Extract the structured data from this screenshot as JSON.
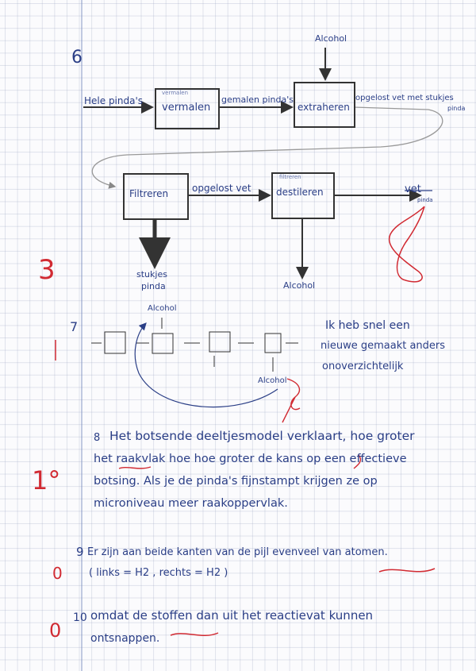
{
  "q6": {
    "number": "6",
    "input_label": "Hele pinda's",
    "step1": {
      "label": "vermalen",
      "small": "vermalen"
    },
    "arrow1_label": "gemalen pinda's",
    "step2": {
      "label": "extraheren"
    },
    "top_input": "Alcohol",
    "output2_line1": "opgelost vet met stukjes",
    "output2_line2": "pinda",
    "step3": {
      "label": "Filtreren"
    },
    "arrow3_label": "opgelost vet",
    "step4": {
      "label": "destileren",
      "small": "filtreren"
    },
    "product": "vet",
    "product_small": "pinda",
    "waste1_line1": "stukjes",
    "waste1_line2": "pinda",
    "waste2": "Alcohol",
    "score": "3"
  },
  "q7": {
    "number": "7",
    "top_label": "Alcohol",
    "bottom_label": "Alcohol",
    "comment_line1": "Ik heb snel een",
    "comment_line2": "nieuwe gemaakt anders",
    "comment_line3": "onoverzichtelijk",
    "score": "1"
  },
  "q8": {
    "number": "8",
    "line1": "Het botsende deeltjesmodel verklaart, hoe groter",
    "line2": "het raakvlak hoe hoe groter de kans op een effectieve",
    "line3": "botsing. Als je de pinda's fijnstampt krijgen ze op",
    "line4": "microniveau meer raakoppervlak.",
    "score": "1°"
  },
  "q9": {
    "number": "9",
    "line1": "Er zijn aan beide kanten van de pijl evenveel van atomen.",
    "line2": "( links = H2 , rechts = H2 )",
    "score": "0"
  },
  "q10": {
    "number": "10",
    "line1": "omdat de stoffen dan uit het reactievat kunnen",
    "line2": "ontsnappen.",
    "score": "0"
  },
  "colors": {
    "ink_blue": "#2a3e86",
    "ink_red": "#d12a32",
    "ink_dark": "#333333",
    "grid": "#c8cde0"
  }
}
